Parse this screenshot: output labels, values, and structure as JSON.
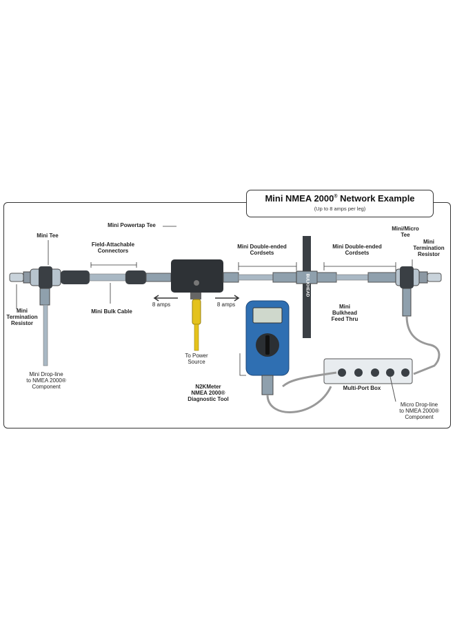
{
  "title": {
    "main": "Mini NMEA 2000",
    "reg": "®",
    "rest": " Network Example",
    "subtitle": "(Up to 8 amps per leg)"
  },
  "labels": {
    "mini_tee": "Mini Tee",
    "powertap_tee": "Mini Powertap Tee",
    "field_attachable_1": "Field-Attachable",
    "field_attachable_2": "Connectors",
    "double_ended_left_1": "Mini Double-ended",
    "double_ended_left_2": "Cordsets",
    "double_ended_right_1": "Mini Double-ended",
    "double_ended_right_2": "Cordsets",
    "mini_micro_tee_1": "Mini/Micro",
    "mini_micro_tee_2": "Tee",
    "termination_right_1": "Mini",
    "termination_right_2": "Termination",
    "termination_right_3": "Resistor",
    "termination_left_1": "Mini",
    "termination_left_2": "Termination",
    "termination_left_3": "Resistor",
    "bulk_cable": "Mini Bulk Cable",
    "amps_left": "8 amps",
    "amps_right": "8 amps",
    "bulkhead_1": "Mini",
    "bulkhead_2": "Bulkhead",
    "bulkhead_3": "Feed Thru",
    "bulkhead_sign": "BULKHEAD",
    "power_source_1": "To Power",
    "power_source_2": "Source",
    "drop_left_1": "Mini Drop-line",
    "drop_left_2": "to NMEA 2000®",
    "drop_left_3": "Component",
    "n2k_1": "N2KMeter",
    "n2k_2": "NMEA 2000®",
    "n2k_3": "Diagnostic Tool",
    "multiport": "Multi-Port Box",
    "drop_right_1": "Micro Drop-line",
    "drop_right_2": "to NMEA 2000®",
    "drop_right_3": "Component"
  },
  "colors": {
    "cable": "#a9b8c4",
    "connector": "#3a3f44",
    "meter_blue": "#2f6fb2",
    "power_yellow": "#e4c21c",
    "frame": "#333333"
  }
}
